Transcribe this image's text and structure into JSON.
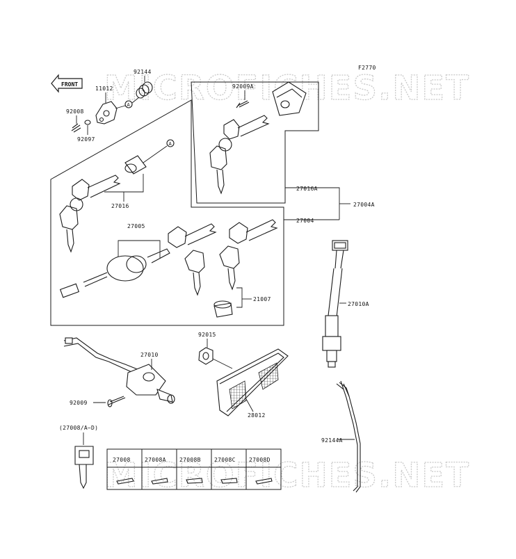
{
  "figure_code": "F2770",
  "watermark": "MICROFICHES.NET",
  "front_label": "FRONT",
  "ref_marker": "A",
  "parts": {
    "p92144": "92144",
    "p11012": "11012",
    "p92008": "92008",
    "p92097": "92097",
    "p92009A": "92009A",
    "p27016": "27016",
    "p27005": "27005",
    "p27016A": "27016A",
    "p27004A": "27004A",
    "p27004": "27004",
    "p21007": "21007",
    "p27010A": "27010A",
    "p92015": "92015",
    "p27010": "27010",
    "p92009": "92009",
    "p28012": "28012",
    "p92144A": "92144A",
    "p27008": "(27008/A~D)"
  },
  "key_table": {
    "headers": [
      "27008",
      "27008A",
      "27008B",
      "27008C",
      "27008D"
    ]
  }
}
